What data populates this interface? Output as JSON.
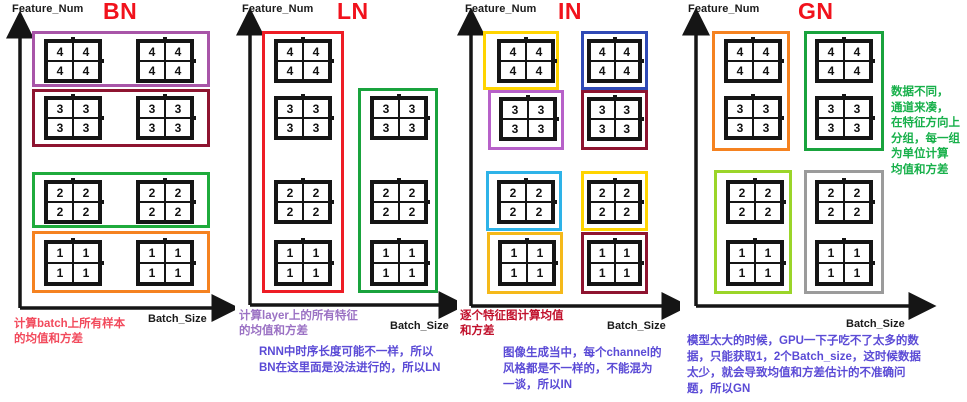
{
  "figure": {
    "title_none": "",
    "axis_y_label": "Feature_Num",
    "axis_x_label": "Batch_Size"
  },
  "panels": [
    {
      "key": "bn",
      "title": "BN",
      "title_color": "#f1121c",
      "y_axis_label": "Feature_Num",
      "x_axis_label": "Batch_Size",
      "caption": "计算batch上所有样本\n的均值和方差",
      "caption_color": "#f24a5c",
      "sub_caption": "",
      "columns": 2,
      "levels": [
        4,
        3,
        2,
        1
      ],
      "groups": [
        {
          "label": "level-4-row",
          "color": "#a855a8",
          "levels": [
            4
          ],
          "span": "both"
        },
        {
          "label": "level-3-row",
          "color": "#8e1430",
          "levels": [
            3
          ],
          "span": "both"
        },
        {
          "label": "level-2-row",
          "color": "#1fab3c",
          "levels": [
            2
          ],
          "span": "both"
        },
        {
          "label": "level-1-row",
          "color": "#f58220",
          "levels": [
            1
          ],
          "span": "both"
        }
      ]
    },
    {
      "key": "ln",
      "title": "LN",
      "title_color": "#f1121c",
      "y_axis_label": "Feature_Num",
      "x_axis_label": "Batch_Size",
      "caption": "计算layer上的所有特征\n的均值和方差",
      "caption_color": "#9b72c4",
      "sub_caption": "RNN中时序长度可能不一样，所以\nBN在这里面是没法进行的，所以LN",
      "sub_caption_color": "#5b4bd6",
      "columns": 2,
      "left_levels": [
        4,
        3,
        2,
        1
      ],
      "right_levels": [
        3,
        2,
        1
      ],
      "groups": [
        {
          "label": "left-column-all",
          "color": "#ee1c25",
          "span": "left"
        },
        {
          "label": "right-column-all",
          "color": "#19a33d",
          "span": "right"
        }
      ]
    },
    {
      "key": "in",
      "title": "IN",
      "title_color": "#f1121c",
      "y_axis_label": "Feature_Num",
      "x_axis_label": "Batch_Size",
      "caption": "逐个特征图计算均值\n和方差",
      "caption_color": "#c1112c",
      "sub_caption": "图像生成当中，每个channel的\n风格都是不一样的，不能混为\n一谈，所以IN",
      "sub_caption_color": "#5b4bd6",
      "columns": 2,
      "levels": [
        4,
        3,
        2,
        1
      ],
      "left_colors": [
        "#ffd400",
        "#b761c9",
        "#2eb3e8",
        "#f5b91a"
      ],
      "right_colors": [
        "#2f49b5",
        "#8e1430",
        "#ffd400",
        "#8e1430"
      ]
    },
    {
      "key": "gn",
      "title": "GN",
      "title_color": "#f1121c",
      "y_axis_label": "Feature_Num",
      "x_axis_label": "Batch_Size",
      "caption": "",
      "sub_caption": "模型太大的时候，GPU一下子吃不了太多的数\n据，只能获取1，2个Batch_size，这时候数据\n太少，就会导致均值和方差估计的不准确问\n题，所以GN",
      "sub_caption_color": "#5b4bd6",
      "side_note": "数据不同，\n通道来凑，\n在特征方向上\n分组，每一组\n为单位计算\n均值和方差",
      "side_note_color": "#17b04a",
      "columns": 2,
      "levels": [
        4,
        3,
        2,
        1
      ],
      "groups": [
        {
          "label": "left-group-top",
          "color": "#f58220",
          "levels": [
            4,
            3
          ]
        },
        {
          "label": "left-group-bottom",
          "color": "#9bd529",
          "levels": [
            2,
            1
          ]
        },
        {
          "label": "right-group-top",
          "color": "#19a33d",
          "levels": [
            4,
            3
          ]
        },
        {
          "label": "right-group-bottom",
          "color": "#9b9b9b",
          "levels": [
            2,
            1
          ]
        }
      ]
    }
  ],
  "cell_values": {
    "level4": [
      "4",
      "4",
      "4",
      "4"
    ],
    "level3": [
      "3",
      "3",
      "3",
      "3"
    ],
    "level2": [
      "2",
      "2",
      "2",
      "2"
    ],
    "level1": [
      "1",
      "1",
      "1",
      "1"
    ]
  }
}
